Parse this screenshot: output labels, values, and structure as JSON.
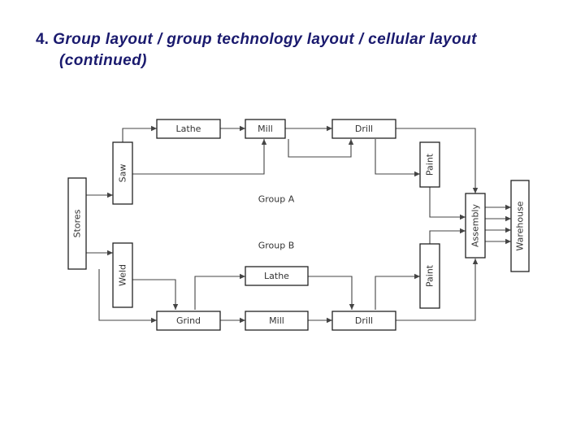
{
  "slide": {
    "number": "4.",
    "title_line1": "Group layout / group technology layout / cellular layout",
    "title_line2": "(continued)"
  },
  "diagram": {
    "groups": {
      "a": "Group A",
      "b": "Group B"
    },
    "nodes": {
      "stores": "Stores",
      "saw": "Saw",
      "lathe_a": "Lathe",
      "mill_a": "Mill",
      "drill_a": "Drill",
      "paint_a": "Paint",
      "weld": "Weld",
      "grind": "Grind",
      "lathe_b": "Lathe",
      "mill_b": "Mill",
      "drill_b": "Drill",
      "paint_b": "Paint",
      "assembly": "Assembly",
      "warehouse": "Warehouse"
    }
  },
  "colors": {
    "title": "#1a1a6e",
    "lines": "#444444",
    "box_stroke": "#222222"
  }
}
